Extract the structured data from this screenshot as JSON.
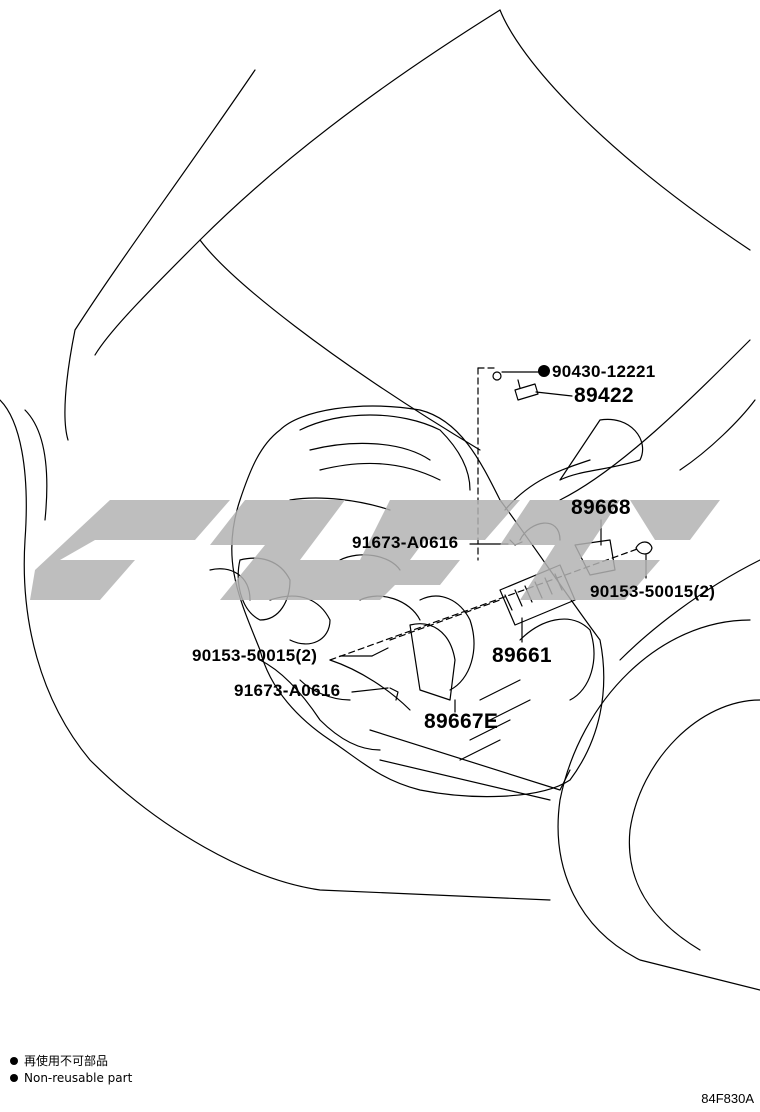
{
  "labels": {
    "part_90430": "90430-12221",
    "part_89422": "89422",
    "part_89668": "89668",
    "part_91673_top": "91673-A0616",
    "part_90153_right": "90153-50015(2)",
    "part_89661": "89661",
    "part_90153_left": "90153-50015(2)",
    "part_91673_bottom": "91673-A0616",
    "part_89667E": "89667E"
  },
  "legend": {
    "line1": "再使用不可部品",
    "line2": "Non-reusable part"
  },
  "figure_code": "84F830A",
  "colors": {
    "line": "#000000",
    "watermark": "#b3b3b3",
    "background": "#ffffff"
  }
}
